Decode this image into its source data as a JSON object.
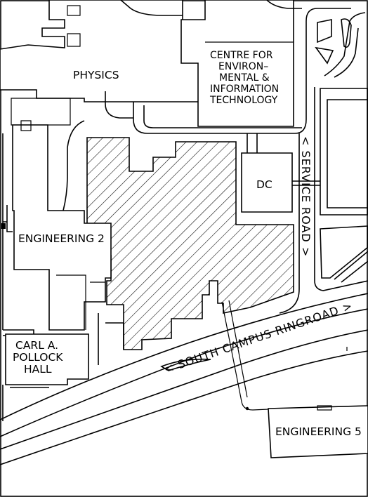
{
  "map": {
    "buildings": {
      "physics": "PHYSICS",
      "ceit": [
        "CENTRE FOR",
        "ENVIRON–",
        "MENTAL &",
        "INFORMATION",
        "TECHNOLOGY"
      ],
      "dc": "DC",
      "engineering2": "ENGINEERING 2",
      "cph": [
        "CARL A.",
        "POLLOCK",
        "HALL"
      ],
      "engineering5": "ENGINEERING 5"
    },
    "roads": {
      "service_road": "< SERVICE ROAD >",
      "ringroad": "< SOUTH CAMPUS RINGROAD >"
    },
    "site_pattern": "diagonal-hatch",
    "colors": {
      "line": "#000000",
      "background": "#ffffff"
    }
  }
}
